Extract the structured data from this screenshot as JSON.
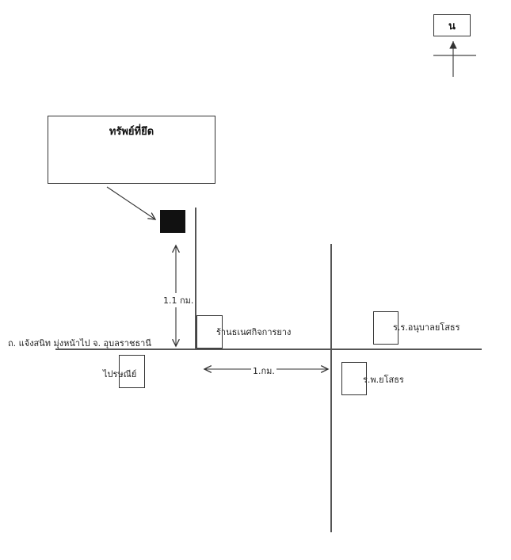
{
  "north": {
    "label": "น"
  },
  "callout": {
    "title": "ทรัพย์ที่ยึด"
  },
  "distances": {
    "vertical": "1.1 กม.",
    "horizontal": "1.กม."
  },
  "roads": {
    "main_road": "ถ. แจ้งสนิท มุ่งหน้าไป จ. อุบลราชธานี"
  },
  "landmarks": {
    "rubber_shop": "ร้านธเนศกิจการยาง",
    "kindergarten": "ร.ร.อนุบาลยโสธร",
    "hospital": "ร.พ.ยโสธร",
    "post_office": "ไปรษณีย์"
  },
  "colors": {
    "ink": "#222222",
    "property_fill": "#111111"
  }
}
